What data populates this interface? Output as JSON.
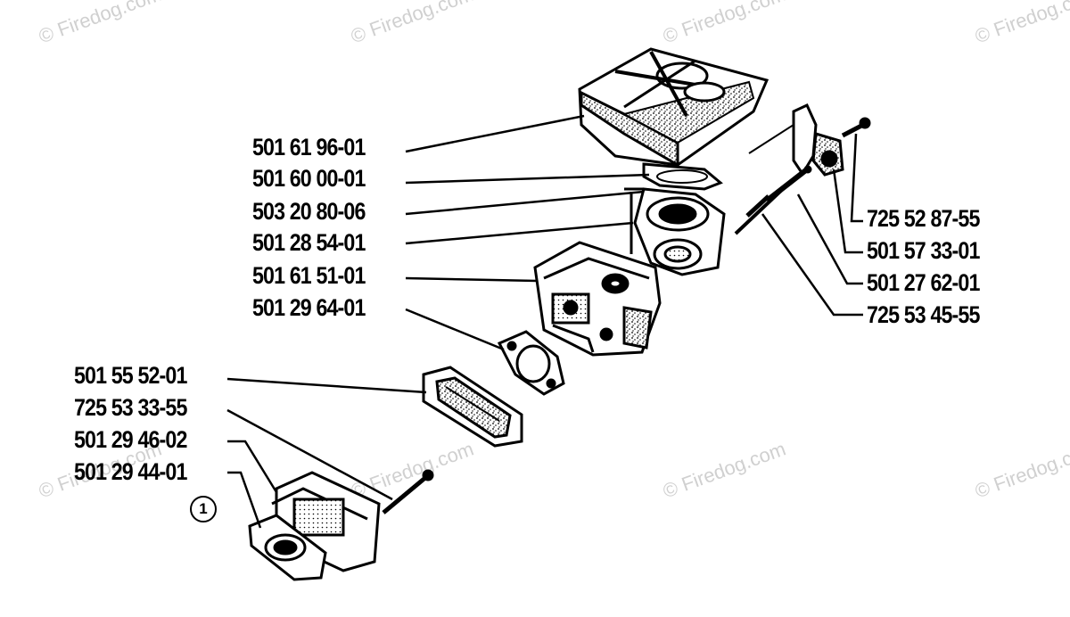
{
  "watermark": "© Firedog.com",
  "part_numbers_left": [
    "501 61 96-01",
    "501 60 00-01",
    "503 20 80-06",
    "501 28 54-01",
    "501 61 51-01",
    "501 29 64-01",
    "501 55 52-01",
    "725 53 33-55",
    "501 29 46-02",
    "501 29 44-01"
  ],
  "part_numbers_right": [
    "725 52 87-55",
    "501 57 33-01",
    "501 27 62-01",
    "725 53 45-55"
  ],
  "callout": "1"
}
